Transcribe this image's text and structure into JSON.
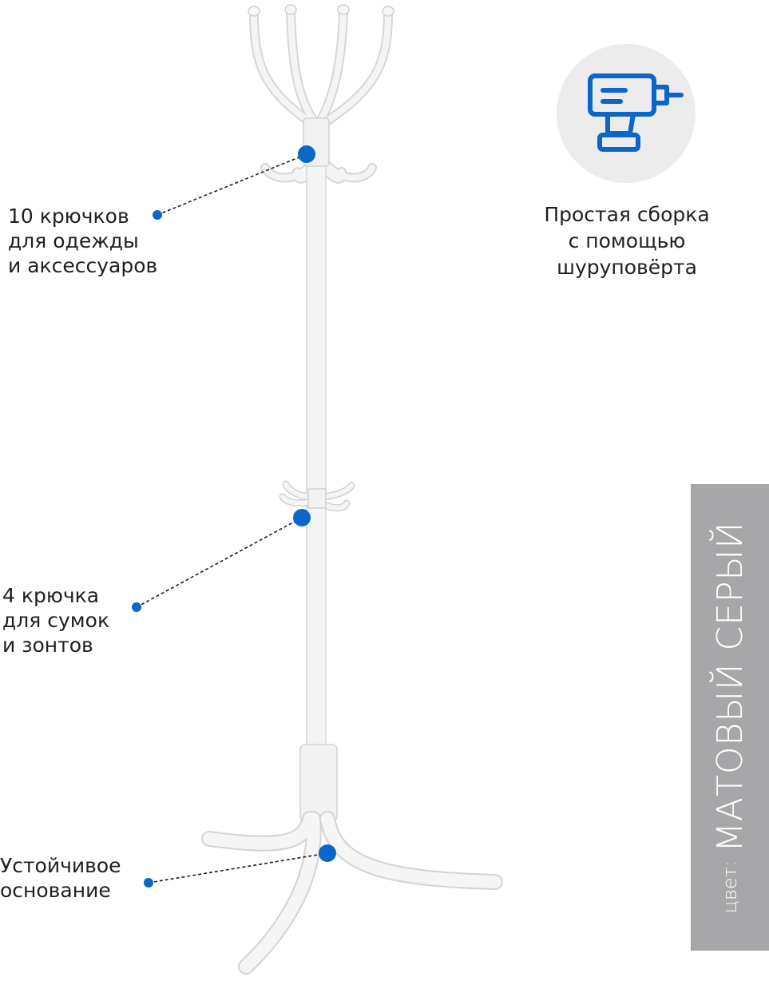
{
  "callouts": [
    {
      "text": "10 крючков\nдля одежды\nи аксессуаров"
    },
    {
      "text": "4 крючка\nдля сумок\nи зонтов"
    },
    {
      "text": "Устойчивое\nоснование"
    }
  ],
  "feature": {
    "icon": "screwdriver-drill-icon",
    "text": "Простая сборка\nс помощью\nшуруповёрта"
  },
  "color_label": {
    "prefix": "цвет:",
    "value": "МАТОВЫЙ СЕРЫЙ"
  },
  "colors": {
    "accent": "#0a66c9",
    "bar": "#a7a7a9",
    "icon_bg": "#ececec",
    "stand": "#f3f3f3"
  }
}
